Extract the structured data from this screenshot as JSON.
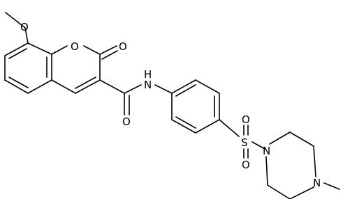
{
  "molecule": {
    "atoms": {
      "methoxy_c": "CH3",
      "methoxy_o": "O",
      "ring_o": "O",
      "lactone_o": "O",
      "amide_n": "N",
      "amide_h": "H",
      "amide_o": "O",
      "sulfur": "S",
      "sulfonyl_o_top": "O",
      "sulfonyl_o_bottom": "O",
      "piperazine_n1": "N",
      "piperazine_n4": "N",
      "n_methyl": "CH3"
    }
  }
}
